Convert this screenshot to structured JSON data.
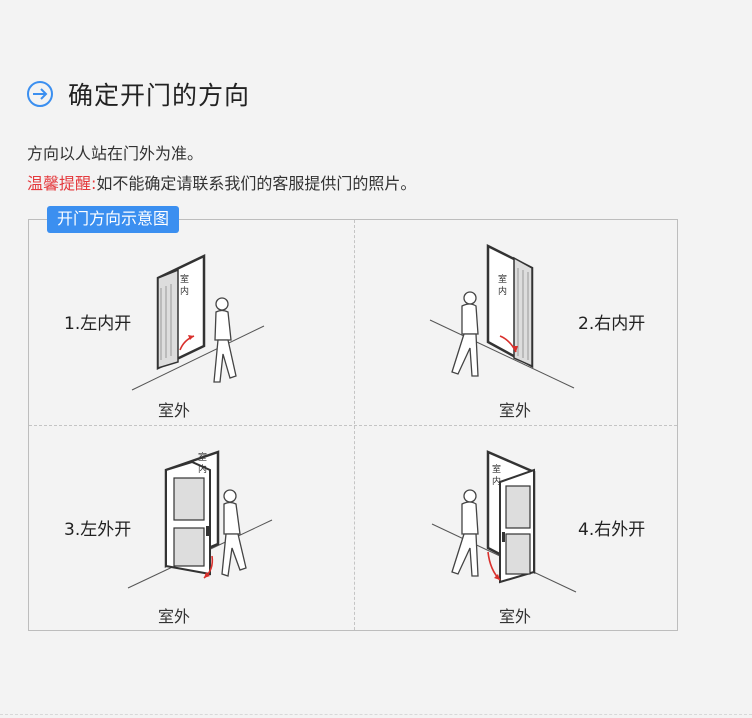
{
  "section": {
    "title": "确定开门的方向",
    "icon": "arrow-circle-right-icon"
  },
  "intro": {
    "text": "方向以人站在门外为准。",
    "warning_label": "温馨提醒:",
    "warning_text": "如不能确定请联系我们的客服提供门的照片。"
  },
  "diagram": {
    "badge": "开门方向示意图",
    "accent": "#3b8ff0",
    "warning_color": "#e4393c",
    "arrow_color": "#d9302c",
    "panels": [
      {
        "label": "1.左内开",
        "outside": "室外",
        "inside": "室内"
      },
      {
        "label": "2.右内开",
        "outside": "室外",
        "inside": "室内"
      },
      {
        "label": "3.左外开",
        "outside": "室外",
        "inside": "室内"
      },
      {
        "label": "4.右外开",
        "outside": "室外",
        "inside": "室内"
      }
    ]
  }
}
